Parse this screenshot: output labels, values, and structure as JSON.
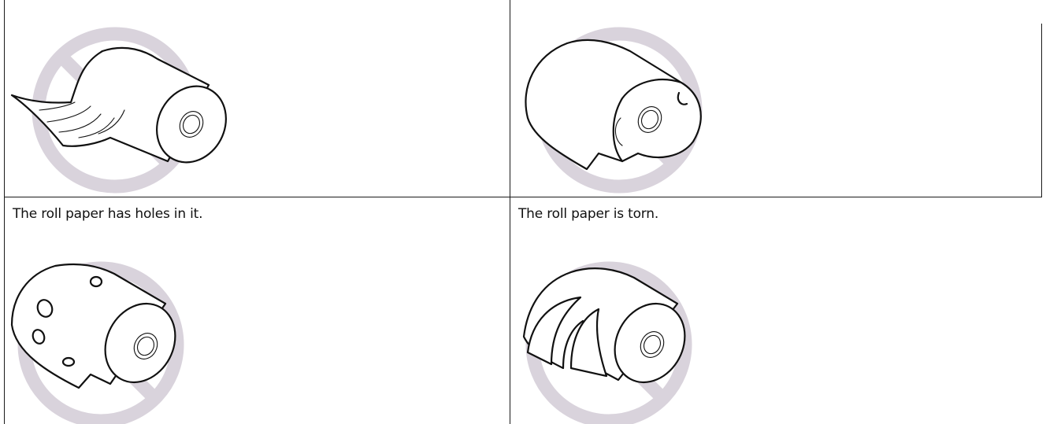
{
  "colors": {
    "prohibit": "#d9d3dc",
    "line": "#1a1a1a"
  },
  "cells": [
    {
      "id": "wrinkled",
      "caption": "",
      "icon": "wrinkled-roll-icon"
    },
    {
      "id": "dented",
      "caption": "",
      "icon": "dented-roll-icon"
    },
    {
      "id": "holes",
      "caption": "The roll paper has holes in it.",
      "icon": "holed-roll-icon"
    },
    {
      "id": "torn",
      "caption": "The roll paper is torn.",
      "icon": "torn-roll-icon"
    }
  ]
}
